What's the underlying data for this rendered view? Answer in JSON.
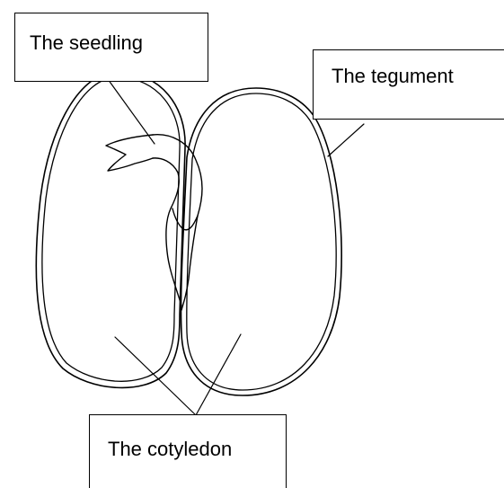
{
  "labels": {
    "seedling": "The seedling",
    "tegument": "The tegument",
    "cotyledon": "The cotyledon"
  },
  "colors": {
    "line": "#000000",
    "background": "#ffffff"
  }
}
